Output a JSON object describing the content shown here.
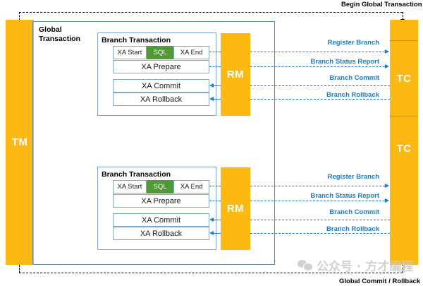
{
  "diagram": {
    "title_top": "Begin Global Transaction",
    "title_bottom": "Global Commit / Rollback",
    "actors": {
      "tm": "TM",
      "tc_upper": "TC",
      "tc_lower": "TC",
      "rm_upper": "RM",
      "rm_lower": "RM"
    },
    "global_transaction": {
      "label_line1": "Global",
      "label_line2": "Transaction"
    },
    "branches": [
      {
        "title": "Branch Transaction",
        "row1": {
          "start": "XA Start",
          "sql": "SQL",
          "end": "XA End"
        },
        "prepare": "XA Prepare",
        "commit": "XA Commit",
        "rollback": "XA Rollback",
        "messages": [
          {
            "label": "Register Branch",
            "direction": "to-tc"
          },
          {
            "label": "Branch Status Report",
            "direction": "to-tc"
          },
          {
            "label": "Branch Commit",
            "direction": "from-tc"
          },
          {
            "label": "Branch Rollback",
            "direction": "from-tc"
          }
        ]
      },
      {
        "title": "Branch Transaction",
        "row1": {
          "start": "XA Start",
          "sql": "SQL",
          "end": "XA End"
        },
        "prepare": "XA Prepare",
        "commit": "XA Commit",
        "rollback": "XA Rollback",
        "messages": [
          {
            "label": "Register Branch",
            "direction": "to-tc"
          },
          {
            "label": "Branch Status Report",
            "direction": "to-tc"
          },
          {
            "label": "Branch Commit",
            "direction": "from-tc"
          },
          {
            "label": "Branch Rollback",
            "direction": "from-tc"
          }
        ]
      }
    ],
    "watermark": {
      "icon": "wechat-icon",
      "text": "公众号 · 方才编程"
    },
    "colors": {
      "actor_orange": "#FDB913",
      "sql_green": "#4E9A33",
      "message_blue": "#1F7BC1",
      "frame_blue": "#5B8BB5"
    }
  }
}
